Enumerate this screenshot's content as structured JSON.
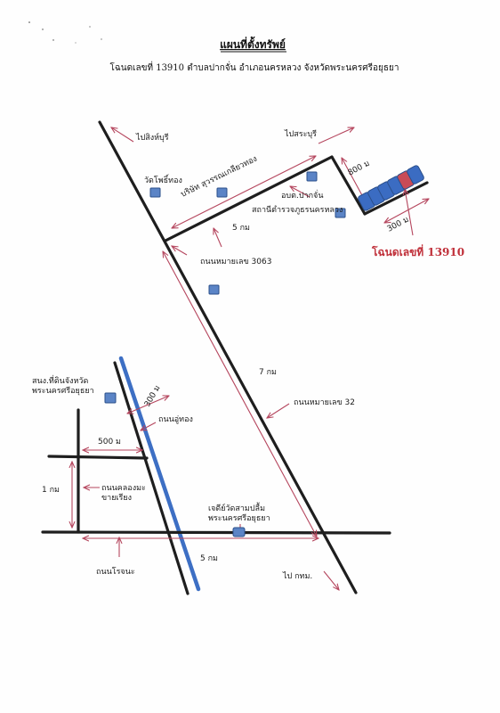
{
  "header": {
    "title": "แผนที่ตั้งทรัพย์",
    "subtitle": "โฉนดเลขที่ 13910 ตำบลปากจั่น อำเภอนครหลวง จังหวัดพระนครศรีอยุธยา"
  },
  "labels": {
    "to_singburi": "ไปสิงห์บุรี",
    "to_saraburi": "ไปสระบุรี",
    "wat_pho_thong": "วัดโพธิ์ทอง",
    "company": "บริษัท สุวรรณเกลียวทอง",
    "obt_pakchan": "อบต.ปากจั่น",
    "police_station": "สถานีตำรวจภูธรนครหลวง",
    "dist_5km_top": "5 กม",
    "dist_800m": "800 ม",
    "dist_300m_right": "300 ม",
    "deed": "โฉนดเลขที่ 13910",
    "road_3063": "ถนนหมายเลข 3063",
    "dist_7km": "7 กม",
    "road_32": "ถนนหมายเลข 32",
    "land_office_l1": "สนง.ที่ดินจังหวัด",
    "land_office_l2": "พระนครศรีอยุธยา",
    "dist_300m_left": "300 ม",
    "u_thong_rd": "ถนนอู่ทอง",
    "dist_500m": "500 ม",
    "dist_1km": "1 กม",
    "canal_rd_l1": "ถนนคลองมะ",
    "canal_rd_l2": "ขายเรียง",
    "chedi_l1": "เจดีย์วัดสามปลื้ม",
    "chedi_l2": "พระนครศรีอยุธยา",
    "dist_5km_bottom": "5 กม",
    "rojana_rd": "ถนนโรจนะ",
    "to_bkk": "ไป กทม."
  },
  "colors": {
    "road": "#1e1e1e",
    "arrow": "#b5465e",
    "river": "#3d6fc4",
    "marker_fill": "#5b84c6",
    "marker_stroke": "#2b4f8a",
    "plot_blue": "#3b6cc2",
    "plot_red": "#c94b57",
    "deed_text": "#c0303a"
  },
  "icons": {
    "landmark_marker": "blue-square-marker",
    "target_plot": "land-plot-parcels"
  }
}
